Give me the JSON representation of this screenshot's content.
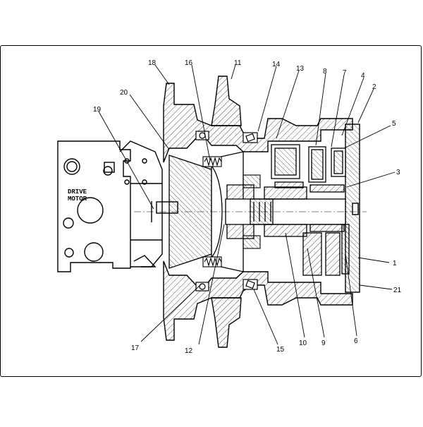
{
  "diagram": {
    "motor_label_line1": "DRIVE",
    "motor_label_line2": "MOTOR",
    "callouts": [
      "1",
      "2",
      "3",
      "4",
      "5",
      "6",
      "7",
      "8",
      "9",
      "10",
      "11",
      "12",
      "13",
      "14",
      "15",
      "16",
      "17",
      "18",
      "19",
      "20",
      "21"
    ]
  }
}
